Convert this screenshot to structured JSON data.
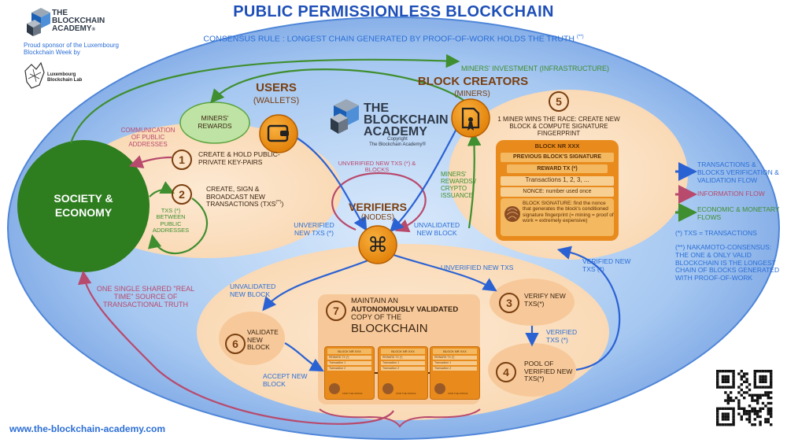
{
  "header": {
    "title": "PUBLIC PERMISSIONLESS BLOCKCHAIN",
    "subtitle": "CONSENSUS RULE : LONGEST CHAIN GENERATED BY PROOF-OF-WORK HOLDS THE TRUTH",
    "subtitle_mark": "(**)"
  },
  "logo": {
    "line1": "THE",
    "line2": "BLOCKCHAIN",
    "line3": "ACADEMY",
    "mark": "®",
    "sponsor": "Proud sponsor of the Luxembourg Blockchain Week by",
    "lab1": "Luxembourg",
    "lab2": "Blockchain Lab"
  },
  "center_logo": {
    "line1": "THE",
    "line2": "BLOCKCHAIN",
    "line3": "ACADEMY",
    "copy1": "Copyright",
    "copy2": "The Blockchain Academy®"
  },
  "society": {
    "line1": "SOCIETY &",
    "line2": "ECONOMY"
  },
  "users": {
    "title": "USERS",
    "sub": "(WALLETS)",
    "rewards": "MINERS' REWARDS",
    "comm": "COMMUNICATION OF PUBLIC ADDRESSES",
    "step1_num": "1",
    "step1": "CREATE & HOLD PUBLIC-PRIVATE KEY-PAIRS",
    "step2_num": "2",
    "step2": "CREATE, SIGN & BROADCAST NEW TRANSACTIONS (TXS",
    "step2_mark": "(**)",
    "step2_end": ")",
    "txs_between": "TXS (*) BETWEEN PUBLIC ADDRESSES"
  },
  "miners": {
    "title": "BLOCK CREATORS",
    "sub": "(MINERS)",
    "investment": "MINERS' INVESTMENT (INFRASTRUCTURE)",
    "step5_num": "5",
    "step5": "1 MINER WINS THE RACE: CREATE NEW BLOCK & COMPUTE SIGNATURE FINGERPRINT",
    "rewards_issuance": "MINERS' REWARDS / CRYPTO ISSUANCE"
  },
  "block": {
    "title": "BLOCK NR XXX",
    "prev": "PREVIOUS BLOCK'S SIGNATURE",
    "reward": "REWARD TX (*)",
    "txs": "Transactions 1, 2, 3, ...",
    "nonce": "NONCE: number used once",
    "signature": "BLOCK SIGNATURE: find the nonce that generates the block's conditioned signature fingerprint (= mining = proof of work = extremely expensive)"
  },
  "verifiers": {
    "title": "VERIFIERS",
    "sub": "(NODES)",
    "unverified_loop": "UNVERIFIED NEW TXS (*) & BLOCKS",
    "unverified_in": "UNVERIFIED NEW TXS (*)",
    "unvalidated_in": "UNVALIDATED NEW BLOCK",
    "unverified_out": "UNVERIFIED NEW TXS",
    "unvalidated_out": "UNVALIDATED NEW BLOCK",
    "verified_out": "VERIFIED NEW TXS (*)"
  },
  "steps": {
    "s3_num": "3",
    "s3": "VERIFY NEW TXS(*)",
    "verified_txs": "VERIFIED TXS (*)",
    "s4_num": "4",
    "s4": "POOL OF VERIFIED NEW TXS(*)",
    "s6_num": "6",
    "s6": "VALIDATE NEW BLOCK",
    "accept": "ACCEPT NEW BLOCK",
    "s7_num": "7",
    "s7_a": "MAINTAIN AN",
    "s7_b": "AUTONOMOUSLY VALIDATED",
    "s7_c": "COPY OF THE",
    "s7_d": "BLOCKCHAIN",
    "mini_blocks": [
      {
        "hdr": "BLOCK NR XXX",
        "r1": "REWARD TX (*)",
        "r2": "Transaction 1",
        "r3": "Transaction 2",
        "fp": "FIND THE NONCE"
      },
      {
        "hdr": "BLOCK NR XXX",
        "r1": "REWARD TX (*)",
        "r2": "Transaction 1",
        "r3": "Transaction 2",
        "fp": "FIND THE NONCE"
      },
      {
        "hdr": "BLOCK NR XXX",
        "r1": "REWARD TX (*)",
        "r2": "Transaction 1",
        "r3": "Transaction 2",
        "fp": "FIND THE NONCE"
      }
    ]
  },
  "truth": "ONE SINGLE SHARED \"REAL TIME\" SOURCE OF TRANSACTIONAL TRUTH",
  "legend": {
    "flow1": "TRANSACTIONS & BLOCKS VERIFICATION & VALIDATION FLOW",
    "flow2": "INFORMATION FLOW",
    "flow3": "ECONOMIC & MONETARY FLOWS",
    "note1": "(*) TXS = TRANSACTIONS",
    "note2": "(**) NAKAMOTO-CONSENSUS: THE ONE & ONLY VALID BLOCKCHAIN IS THE LONGEST CHAIN OF BLOCKS GENERATED WITH PROOF-OF-WORK"
  },
  "footer": {
    "url": "www.the-blockchain-academy.com"
  },
  "colors": {
    "flow_blue": "#2b62d3",
    "flow_red": "#b84a6d",
    "flow_green": "#3f8e2f",
    "title_blue": "#1e4fb8",
    "orange": "#f29423",
    "peach": "#fbe3c6"
  }
}
